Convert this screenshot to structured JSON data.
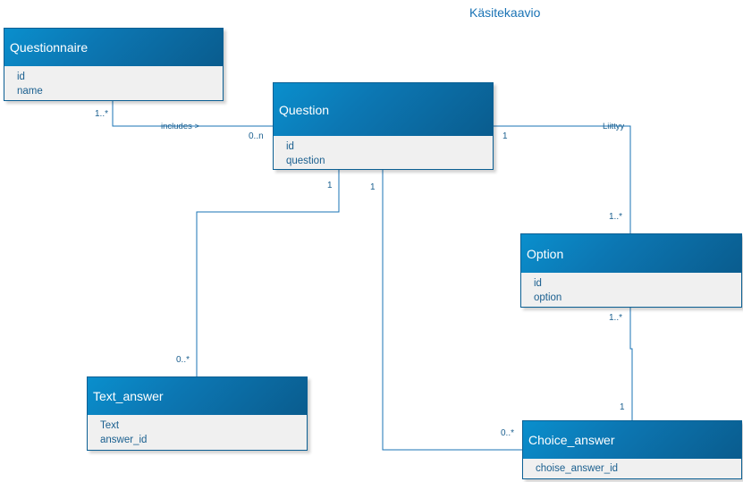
{
  "diagram": {
    "title": "Käsitekaavio",
    "entities": {
      "questionnaire": {
        "name": "Questionnaire",
        "attributes": [
          "id",
          "name"
        ]
      },
      "question": {
        "name": "Question",
        "attributes": [
          "id",
          "question"
        ]
      },
      "option": {
        "name": "Option",
        "attributes": [
          "id",
          "option"
        ]
      },
      "text_answer": {
        "name": "Text_answer",
        "attributes": [
          "Text",
          "answer_id"
        ]
      },
      "choice_answer": {
        "name": "Choice_answer",
        "attributes": [
          "choise_answer_id"
        ]
      }
    },
    "relationships": {
      "questionnaire_question": {
        "label": "includes >",
        "from_mult": "1..*",
        "to_mult": "0..n"
      },
      "question_option": {
        "label": "Liittyy",
        "from_mult": "1",
        "to_mult": "1..*"
      },
      "question_text_answer": {
        "from_mult": "1",
        "to_mult": "0..*"
      },
      "question_choice_answer": {
        "from_mult": "1",
        "to_mult": "0..*"
      },
      "option_choice_answer": {
        "from_mult": "1..*",
        "to_mult": "1"
      }
    },
    "colors": {
      "header_gradient_start": "#0a8fcd",
      "header_gradient_end": "#0a5c8e",
      "body_fill": "#f0f0f0",
      "connector": "#1a73b5",
      "text": "#1a5f8f"
    }
  }
}
